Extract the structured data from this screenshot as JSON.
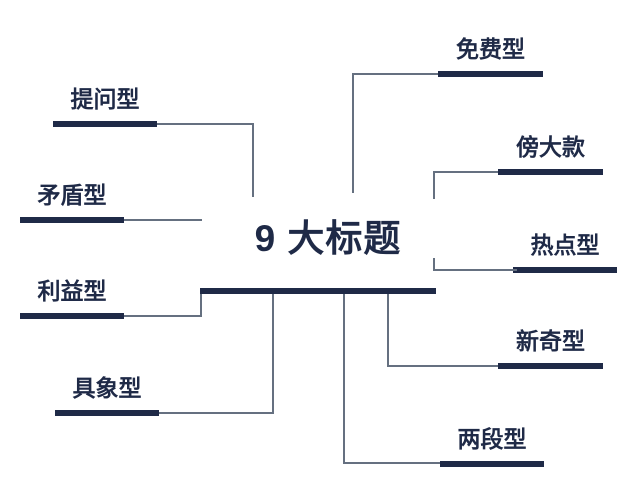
{
  "diagram": {
    "type": "mindmap",
    "title": "9 大标题",
    "colors": {
      "node": "#1f2a47",
      "connector": "#657080",
      "background": "#ffffff"
    },
    "branches": [
      {
        "id": "question",
        "label": "提问型",
        "side": "left"
      },
      {
        "id": "contradiction",
        "label": "矛盾型",
        "side": "left"
      },
      {
        "id": "benefit",
        "label": "利益型",
        "side": "left"
      },
      {
        "id": "concrete",
        "label": "具象型",
        "side": "left"
      },
      {
        "id": "free",
        "label": "免费型",
        "side": "right"
      },
      {
        "id": "big-name",
        "label": "傍大款",
        "side": "right"
      },
      {
        "id": "hotspot",
        "label": "热点型",
        "side": "right"
      },
      {
        "id": "novelty",
        "label": "新奇型",
        "side": "right"
      },
      {
        "id": "two-part",
        "label": "两段型",
        "side": "right"
      }
    ]
  }
}
